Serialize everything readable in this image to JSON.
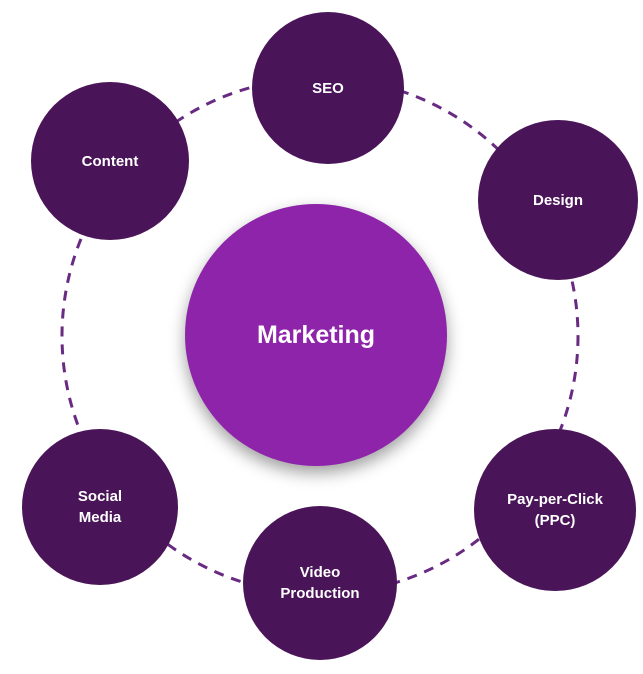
{
  "diagram": {
    "type": "hub-and-spoke",
    "center": {
      "label": "Marketing"
    },
    "nodes": [
      {
        "id": "seo",
        "label": "SEO",
        "lines": [
          "SEO"
        ]
      },
      {
        "id": "content",
        "label": "Content",
        "lines": [
          "Content"
        ]
      },
      {
        "id": "design",
        "label": "Design",
        "lines": [
          "Design"
        ]
      },
      {
        "id": "social-media",
        "label": "Social Media",
        "lines": [
          "Social",
          "Media"
        ]
      },
      {
        "id": "pay-per-click",
        "label": "Pay-per-Click (PPC)",
        "lines": [
          "Pay-per-Click",
          "(PPC)"
        ]
      },
      {
        "id": "video-production",
        "label": "Video Production",
        "lines": [
          "Video",
          "Production"
        ]
      }
    ],
    "colors": {
      "center_fill": "#8e24aa",
      "node_fill": "#4a1458",
      "dash_stroke": "#692a82",
      "label_text": "#ffffff",
      "background": "#ffffff"
    }
  }
}
